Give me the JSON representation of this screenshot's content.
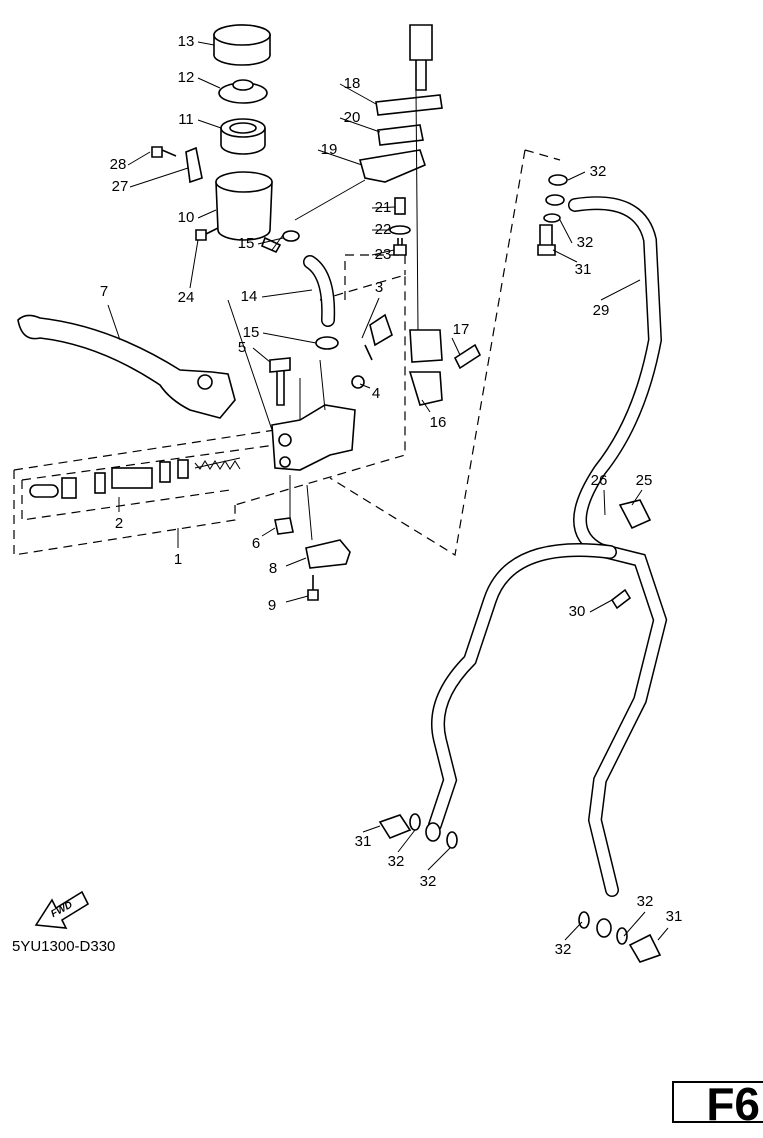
{
  "diagram": {
    "code": "5YU1300-D330",
    "page_id": "F6",
    "fwd_label": "FWD",
    "callouts": [
      "13",
      "12",
      "11",
      "28",
      "27",
      "10",
      "24",
      "15",
      "14",
      "7",
      "15",
      "5",
      "3",
      "4",
      "17",
      "16",
      "18",
      "20",
      "19",
      "21",
      "22",
      "23",
      "32",
      "32",
      "31",
      "29",
      "2",
      "1",
      "6",
      "8",
      "9",
      "26",
      "25",
      "30",
      "31",
      "32",
      "32",
      "32",
      "31",
      "32"
    ]
  }
}
